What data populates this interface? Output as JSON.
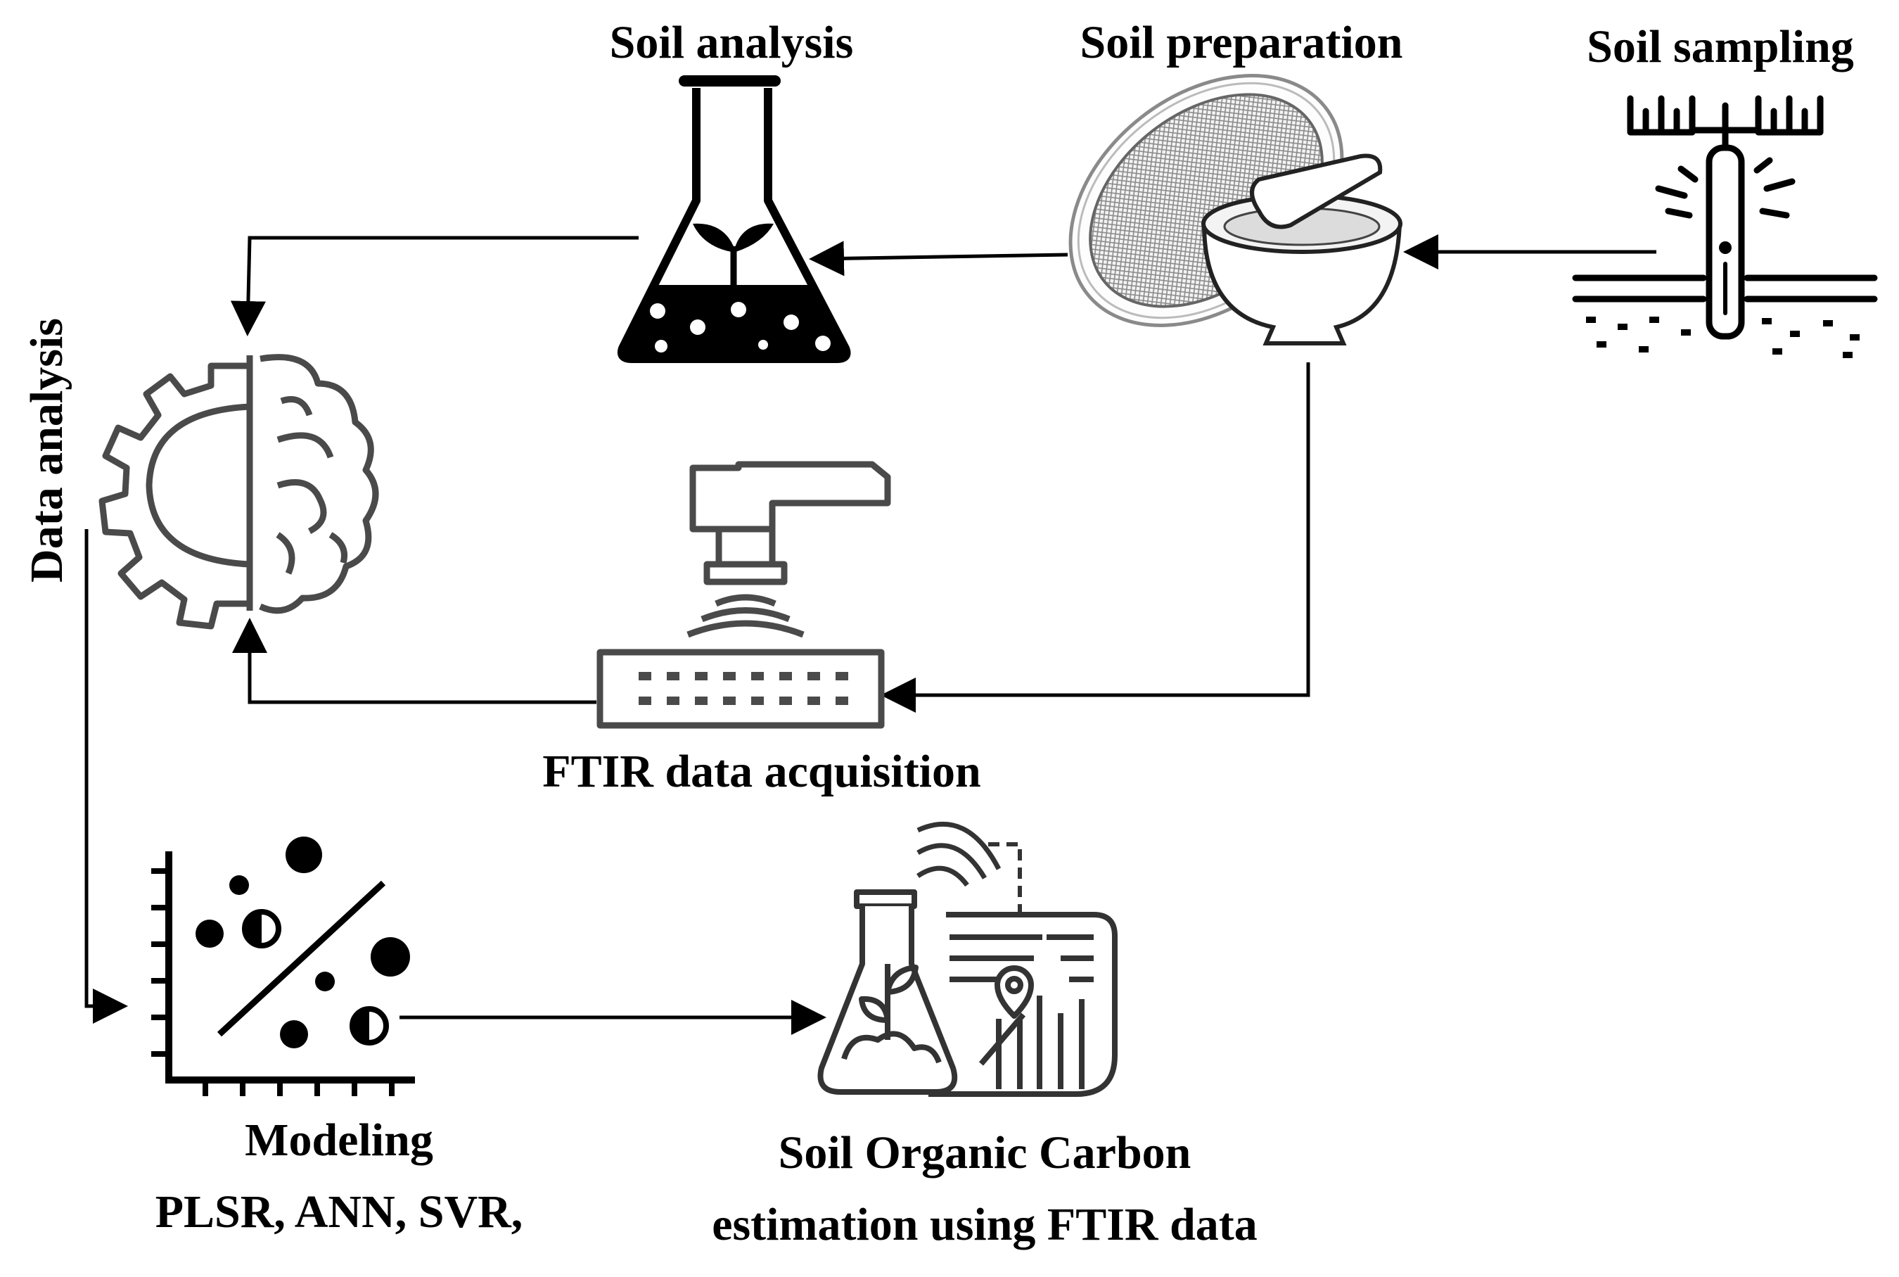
{
  "steps": {
    "soil_sampling": "Soil sampling",
    "soil_preparation": "Soil preparation",
    "soil_analysis": "Soil analysis",
    "data_analysis": "Data analysis",
    "ftir_acquisition": "FTIR data acquisition",
    "modeling": "Modeling",
    "modeling_methods": "PLSR, ANN, SVR,",
    "soc_line1": "Soil Organic Carbon",
    "soc_line2": "estimation using FTIR data"
  },
  "icons": [
    "soil-sampling-auger-icon",
    "sieve-mortar-pestle-icon",
    "flask-seedling-icon",
    "gear-brain-icon",
    "ftir-spectrometer-icon",
    "scatter-regression-icon",
    "flask-map-location-icon"
  ],
  "colors": {
    "ink": "#000000",
    "grey_icon": "#3a3a3a",
    "light_grey": "#9a9a9a"
  }
}
